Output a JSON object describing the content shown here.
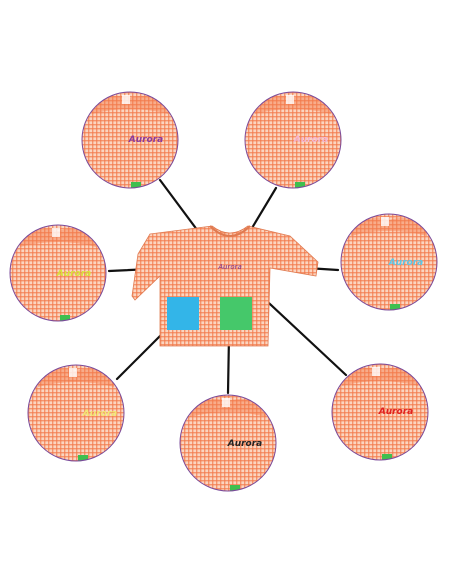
{
  "embroidery_name": "Aurora",
  "colors": {
    "fabric_base": "#fbd5c0",
    "fabric_line": "#f3794a",
    "circle_border": "#7a4a9a",
    "connector": "#111111",
    "cuff": "#3fbf4f",
    "pocket_left": "#33b5e8",
    "pocket_right": "#45c86a"
  },
  "center": {
    "label": "Aurora",
    "label_color": "#7b2d8b"
  },
  "variants": [
    {
      "id": "purple",
      "label": "Aurora",
      "color": "#8a3a9e"
    },
    {
      "id": "light-pink",
      "label": "Aurora",
      "color": "#f4b6d2"
    },
    {
      "id": "yellow",
      "label": "Aurora",
      "color": "#d8e23a"
    },
    {
      "id": "light-blue",
      "label": "Aurora",
      "color": "#5ac8ea"
    },
    {
      "id": "pale-yellow",
      "label": "Aurora",
      "color": "#f1e872"
    },
    {
      "id": "black",
      "label": "Aurora",
      "color": "#222222"
    },
    {
      "id": "red",
      "label": "Aurora",
      "color": "#e02020"
    }
  ]
}
